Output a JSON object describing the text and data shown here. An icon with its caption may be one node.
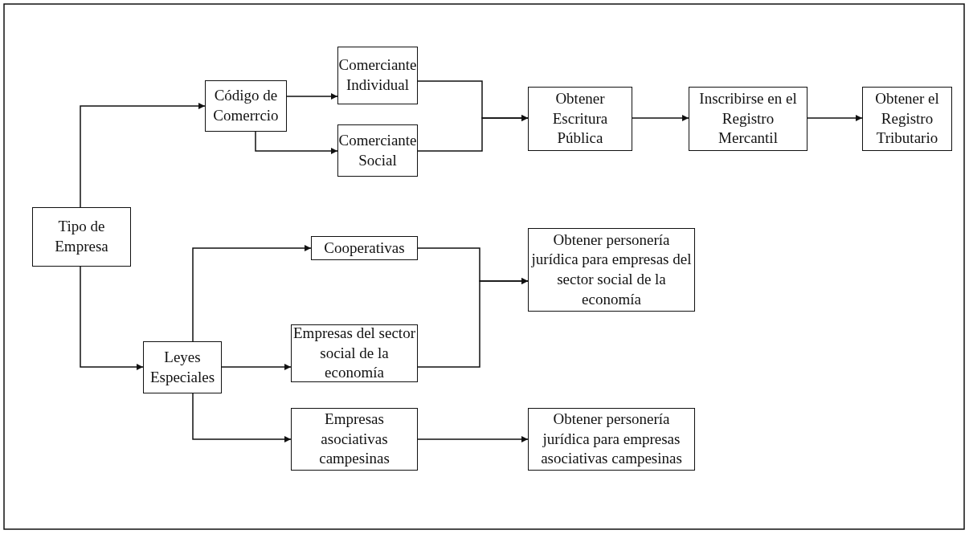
{
  "diagram": {
    "nodes": [
      {
        "text": [
          "Tipo de Empresa"
        ]
      },
      {
        "text": [
          "Código de Comerrcio"
        ]
      },
      {
        "text": [
          "Comerciante Individual"
        ]
      },
      {
        "text": [
          "Comerciante Social"
        ]
      },
      {
        "text": [
          "Obtener Escritura Pública"
        ]
      },
      {
        "text": [
          "Inscribirse en el Registro Mercantil"
        ]
      },
      {
        "text": [
          "Obtener el Registro Tributario"
        ]
      },
      {
        "text": [
          "Leyes Especiales"
        ]
      },
      {
        "text": [
          "Cooperativas"
        ]
      },
      {
        "text": [
          "Empresas del sector social de la economía"
        ]
      },
      {
        "text": [
          "Obtener personería jurídica para empresas del sector social de la economía"
        ]
      },
      {
        "text": [
          "Empresas asociativas campesinas"
        ]
      },
      {
        "text": [
          "Obtener personería jurídica para empresas asociativas campesinas"
        ]
      }
    ],
    "edges": [
      {
        "from": 0,
        "to": 1,
        "arrow": "to"
      },
      {
        "from": 0,
        "to": 7,
        "arrow": "to"
      },
      {
        "from": 1,
        "to": 2,
        "arrow": "to"
      },
      {
        "from": 1,
        "to": 3,
        "arrow": "to"
      },
      {
        "from": 2,
        "to": 4,
        "arrow": "to"
      },
      {
        "from": 3,
        "to": 4,
        "arrow": "to"
      },
      {
        "from": 4,
        "to": 5,
        "arrow": "to"
      },
      {
        "from": 5,
        "to": 6,
        "arrow": "to"
      },
      {
        "from": 7,
        "to": 8,
        "arrow": "to"
      },
      {
        "from": 7,
        "to": 9,
        "arrow": "to"
      },
      {
        "from": 7,
        "to": 11,
        "arrow": "to"
      },
      {
        "from": 8,
        "to": 10,
        "arrow": "to"
      },
      {
        "from": 9,
        "to": 10,
        "arrow": "to"
      },
      {
        "from": 11,
        "to": 12,
        "arrow": "to"
      }
    ]
  }
}
